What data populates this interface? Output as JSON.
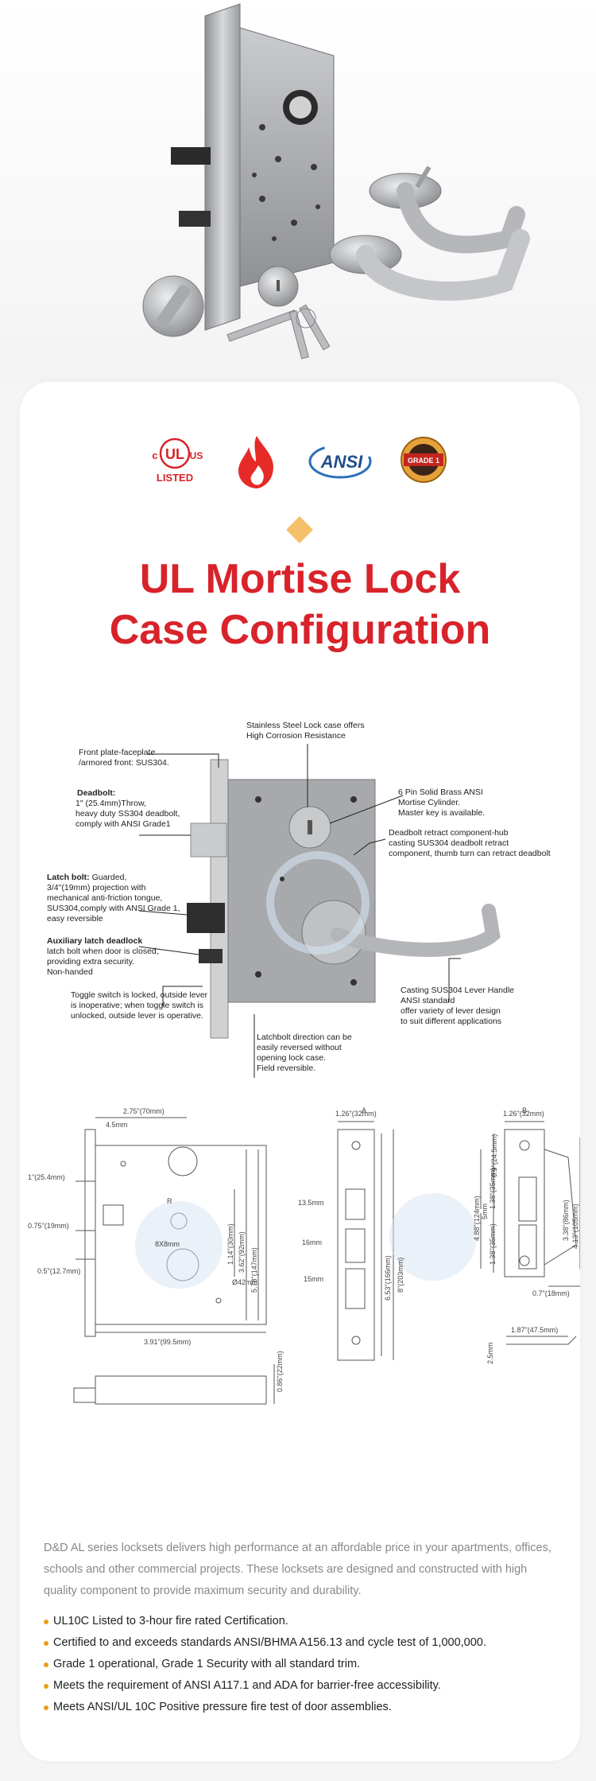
{
  "certifications": {
    "ul": {
      "c": "c",
      "ul": "UL",
      "us": "US",
      "listed": "LISTED"
    },
    "fire_icon": "fire-icon",
    "ansi": "ANSI",
    "grade": "GRADE 1"
  },
  "title": {
    "line1": "UL Mortise Lock",
    "line2": "Case Configuration"
  },
  "callouts": {
    "stainless": [
      "Stainless Steel Lock case offers",
      "High Corrosion Resistance"
    ],
    "front_plate": [
      "Front plate-faceplate",
      "/armored front: SUS304."
    ],
    "deadbolt_title": "Deadbolt:",
    "deadbolt": [
      "1\" (25.4mm)Throw,",
      "heavy duty SS304 deadbolt,",
      "comply with ANSI Grade1"
    ],
    "cylinder": [
      "6 Pin Solid Brass ANSI",
      "Mortise Cylinder.",
      "Master key is available."
    ],
    "retract": [
      "Deadbolt retract component-hub",
      "casting SUS304 deadbolt retract",
      "component, thumb turn can retract deadbolt"
    ],
    "latch_title": "Latch bolt:",
    "latch_first": " Guarded,",
    "latch": [
      "3/4\"(19mm) projection with",
      "mechanical anti-friction tongue,",
      "SUS304,comply with ANSI Grade 1,",
      "easy reversible"
    ],
    "aux_title": "Auxiliary latch deadlock",
    "aux": [
      "latch bolt when door is closed,",
      "providing extra security.",
      "Non-handed"
    ],
    "toggle": [
      "Toggle switch is locked, outside lever",
      "is inoperative; when toggle switch is",
      "unlocked, outside lever is operative."
    ],
    "lever": [
      "Casting SUS304  Lever Handle",
      "ANSI standard",
      "offer variety of lever design",
      "to suit different applications"
    ],
    "latchbolt_dir": [
      "Latchbolt direction can be",
      "easily reversed without",
      "opening lock case.",
      "Field reversible."
    ]
  },
  "dimensions": {
    "label_a": "A",
    "label_b": "B",
    "d_275": "2.75\"(70mm)",
    "d_45": "4.5mm",
    "d_1in": "1\"(25.4mm)",
    "d_075": "0.75\"(19mm)",
    "d_05": "0.5\"(12.7mm)",
    "d_391": "3.91\"(99.5mm)",
    "d_086": "0.86\"(22mm)",
    "d_114": "1.14\"(30mm)",
    "d_362": "3.62\"(92mm)",
    "d_578": "5.78\"(147mm)",
    "d_42": "Ø42mm",
    "d_8x8": "8X8mm",
    "d_r": "R",
    "d_126a": "1.26\"(32mm)",
    "d_135": "13.5mm",
    "d_16": "16mm",
    "d_15": "15mm",
    "d_653": "6.53\"(166mm)",
    "d_8": "8\"(203mm)",
    "d_126b": "1.26\"(32mm)",
    "d_09": "0.9\"(24.5mm)",
    "d_138a": "1.38\"(35mm)",
    "d_5": "5mm",
    "d_138b": "1.38\"(35mm)",
    "d_488": "4.88\"(124mm)",
    "d_338": "3.38\"(86mm)",
    "d_413": "4.13\"(105mm)",
    "d_07": "0.7\"(18mm)",
    "d_25": "2.5mm",
    "d_187": "1.87\"(47.5mm)"
  },
  "description": "D&D AL series locksets delivers high performance at an affordable price in your apartments, offices, schools and other commercial projects. These locksets are designed and constructed with high quality component to provide maximum security and durability.",
  "features": [
    "UL10C Listed to 3-hour fire rated Certification.",
    "Certified to and exceeds standards ANSI/BHMA A156.13 and cycle test of 1,000,000.",
    "Grade 1 operational, Grade 1 Security with all standard trim.",
    "Meets the requirement of ANSI A117.1 and ADA for barrier-free accessibility.",
    "Meets ANSI/UL 10C Positive pressure fire test of door assemblies."
  ],
  "colors": {
    "title_red": "#d8232a",
    "bullet_orange": "#e8a020",
    "diamond": "#f4c06b"
  }
}
